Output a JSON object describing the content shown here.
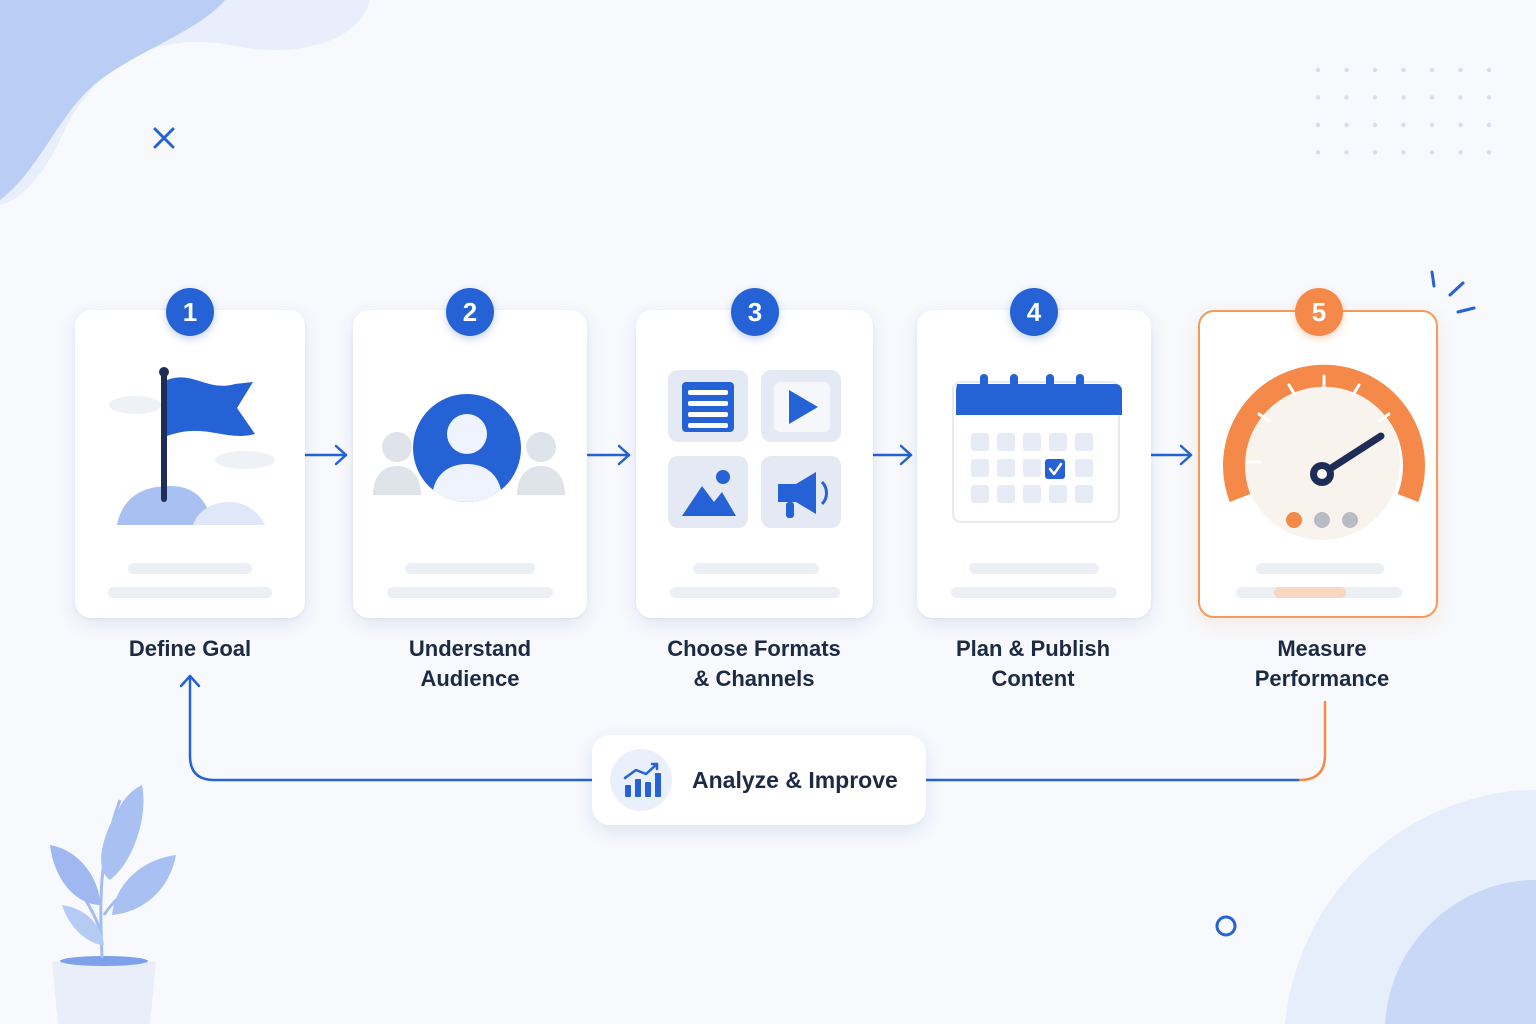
{
  "colors": {
    "primary": "#2462d6",
    "accent": "#f4894a",
    "text": "#1c2a44",
    "light_blue": "#a9c1f2"
  },
  "steps": [
    {
      "number": "1",
      "label_lines": [
        "Define Goal"
      ],
      "icon": "flag-icon"
    },
    {
      "number": "2",
      "label_lines": [
        "Understand",
        "Audience"
      ],
      "icon": "audience-icon"
    },
    {
      "number": "3",
      "label_lines": [
        "Choose Formats",
        "& Channels"
      ],
      "icon": "formats-icon"
    },
    {
      "number": "4",
      "label_lines": [
        "Plan & Publish",
        "Content"
      ],
      "icon": "calendar-icon"
    },
    {
      "number": "5",
      "label_lines": [
        "Measure",
        "Performance"
      ],
      "icon": "gauge-icon"
    }
  ],
  "loop": {
    "label": "Analyze & Improve",
    "icon": "bar-chart-icon"
  }
}
